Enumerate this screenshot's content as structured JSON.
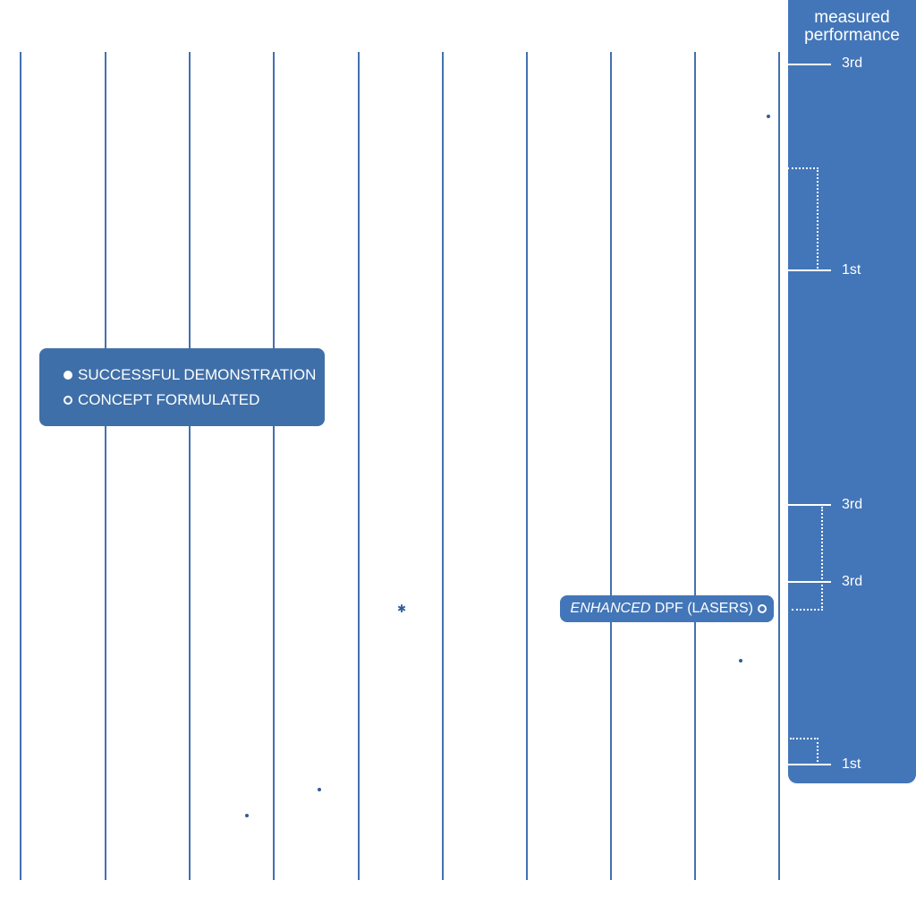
{
  "panel": {
    "title_line1": "measured",
    "title_line2": "performance"
  },
  "levels": [
    "3rd",
    "1st",
    "3rd",
    "3rd",
    "1st"
  ],
  "legend": {
    "successful": "SUCCESSFUL DEMONSTRATION",
    "concept": "CONCEPT FORMULATED"
  },
  "callout": {
    "emphasis": "ENHANCED",
    "rest": " DPF (LASERS)"
  },
  "colors": {
    "panel": "#4376b8",
    "legend": "#3f6fa8",
    "lines": "#4470b0"
  }
}
